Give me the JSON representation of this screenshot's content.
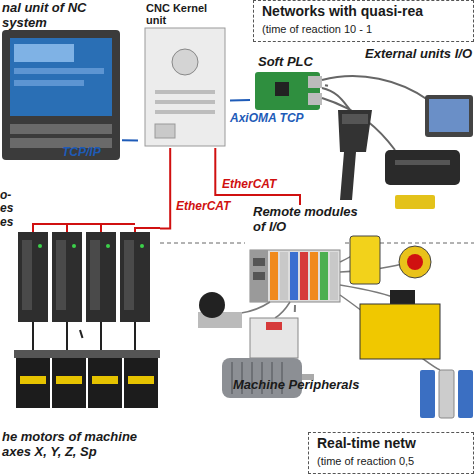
{
  "diagram": {
    "nodes": [
      {
        "text": [
          "Networks with quasi-rea",
          "(time of reaction 10 - 1"
        ]
      },
      {
        "text": [
          "nal unit of NC system"
        ]
      },
      {
        "text": [
          "CNC Kernel unit"
        ]
      },
      {
        "text": [
          "Soft PLC"
        ]
      },
      {
        "text": [
          "External units I/O"
        ]
      },
      {
        "text": [
          "o- es es"
        ]
      },
      {
        "text": [
          "Remote modules of I/O"
        ]
      },
      {
        "text": [
          "he motors of machine axes X, Y, Z, Sp"
        ]
      },
      {
        "text": [
          "Machine Peripherals"
        ]
      },
      {
        "text": [
          "Real-time netw",
          "(time of reaction 0,5"
        ]
      }
    ],
    "edges": [
      {
        "from": 1,
        "to": 2,
        "label": "TCP/IP",
        "arrow": "none"
      },
      {
        "from": 2,
        "to": 3,
        "label": "AxiOMA TCP",
        "arrow": "none"
      },
      {
        "from": 2,
        "to": 5,
        "label": "EtherCAT",
        "arrow": "none"
      },
      {
        "from": 2,
        "to": 6,
        "label": "EtherCAT",
        "arrow": "none"
      },
      {
        "from": 3,
        "to": 4,
        "arrow": "none"
      },
      {
        "from": 5,
        "to": 7,
        "arrow": "none"
      },
      {
        "from": 6,
        "to": 8,
        "arrow": "none"
      }
    ]
  }
}
